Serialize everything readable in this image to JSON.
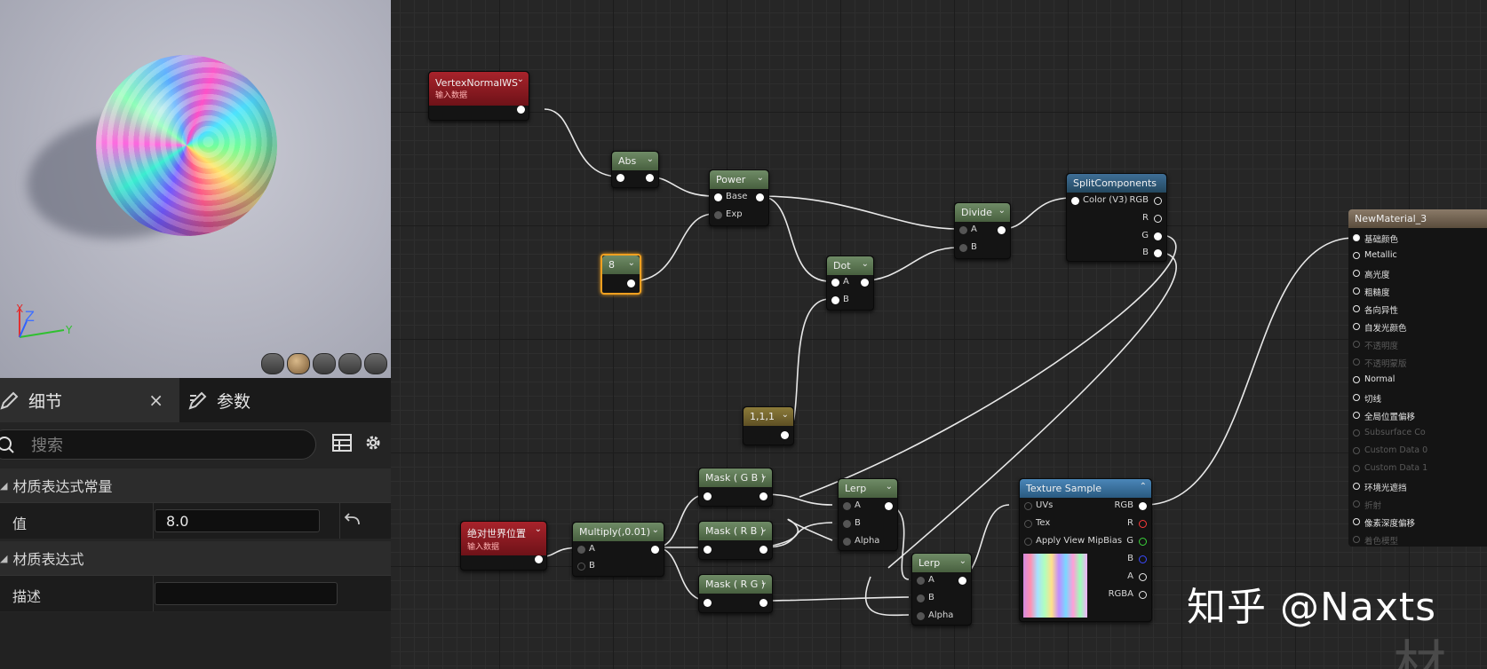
{
  "viewport": {
    "axis_labels": [
      "X",
      "Z",
      "Y"
    ],
    "preview_shapes": [
      "cylinder-icon",
      "sphere-icon",
      "plane-icon",
      "cube-icon",
      "custom-mesh-icon"
    ]
  },
  "details": {
    "tab_details": "细节",
    "tab_params": "参数",
    "close": "×",
    "search_placeholder": "搜索",
    "section_constant": "材质表达式常量",
    "value_label": "值",
    "value": "8.0",
    "section_expression": "材质表达式",
    "desc_label": "描述",
    "desc_value": ""
  },
  "graph": {
    "nodes": {
      "vertex_normal": {
        "title": "VertexNormalWS",
        "subtitle": "输入数据"
      },
      "abs": {
        "title": "Abs"
      },
      "power": {
        "title": "Power",
        "pins": [
          "Base",
          "Exp"
        ]
      },
      "const8": {
        "title": "8"
      },
      "dot": {
        "title": "Dot",
        "pins": [
          "A",
          "B"
        ]
      },
      "const111": {
        "title": "1,1,1"
      },
      "divide": {
        "title": "Divide",
        "pins": [
          "A",
          "B"
        ]
      },
      "split": {
        "title": "SplitComponents",
        "input": "Color (V3)",
        "outputs": [
          "RGB",
          "R",
          "G",
          "B"
        ]
      },
      "world_pos": {
        "title": "绝对世界位置",
        "subtitle": "输入数据"
      },
      "multiply": {
        "title": "Multiply(,0.01)",
        "pins": [
          "A",
          "B"
        ]
      },
      "mask_gb": {
        "title": "Mask ( G B )"
      },
      "mask_rb": {
        "title": "Mask ( R B )"
      },
      "mask_rg": {
        "title": "Mask ( R G )"
      },
      "lerp1": {
        "title": "Lerp",
        "pins": [
          "A",
          "B",
          "Alpha"
        ]
      },
      "lerp2": {
        "title": "Lerp",
        "pins": [
          "A",
          "B",
          "Alpha"
        ]
      },
      "texture": {
        "title": "Texture Sample",
        "inputs": [
          "UVs",
          "Tex",
          "Apply View MipBias"
        ],
        "outputs": [
          "RGB",
          "R",
          "G",
          "B",
          "A",
          "RGBA"
        ]
      },
      "result": {
        "title": "NewMaterial_3",
        "pins": [
          "基础颜色",
          "Metallic",
          "高光度",
          "粗糙度",
          "各向异性",
          "自发光颜色",
          "不透明度",
          "不透明蒙版",
          "Normal",
          "切线",
          "全局位置偏移",
          "Subsurface Co",
          "Custom Data 0",
          "Custom Data 1",
          "环境光遮挡",
          "折射",
          "像素深度偏移",
          "着色模型"
        ]
      }
    },
    "watermark": "知乎 @Naxts",
    "watermark_bg": "材"
  }
}
